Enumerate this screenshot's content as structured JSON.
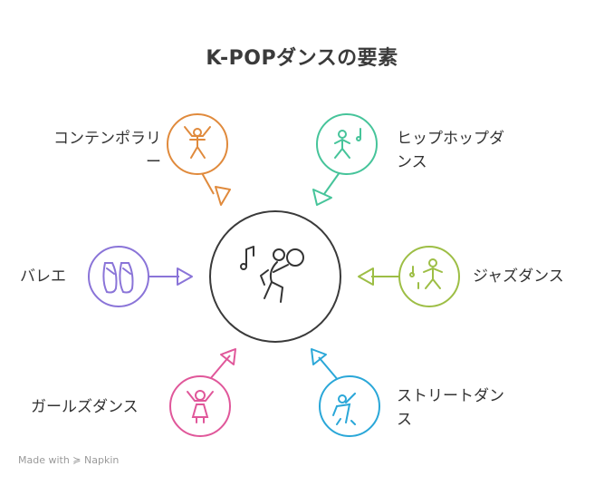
{
  "title": "K-POPダンスの要素",
  "center": {
    "icon": "singer-dancing-icon"
  },
  "items": [
    {
      "label_lines": [
        "コンテンポラリ",
        "ー"
      ],
      "icon": "contemporary-dancer-icon",
      "color": "#E08A3C"
    },
    {
      "label_lines": [
        "ヒップホップダ",
        "ンス"
      ],
      "icon": "hiphop-dancer-icon",
      "color": "#46C49A"
    },
    {
      "label_lines": [
        "バレエ"
      ],
      "icon": "ballet-shoes-icon",
      "color": "#8A74D8"
    },
    {
      "label_lines": [
        "ジャズダンス"
      ],
      "icon": "jazz-dancer-icon",
      "color": "#9DBE45"
    },
    {
      "label_lines": [
        "ガールズダンス"
      ],
      "icon": "girl-dancer-icon",
      "color": "#E0579A"
    },
    {
      "label_lines": [
        "ストリートダン",
        "ス"
      ],
      "icon": "street-dancer-icon",
      "color": "#2AA7D8"
    }
  ],
  "footer": {
    "text": "Made with ≽ Napkin"
  }
}
